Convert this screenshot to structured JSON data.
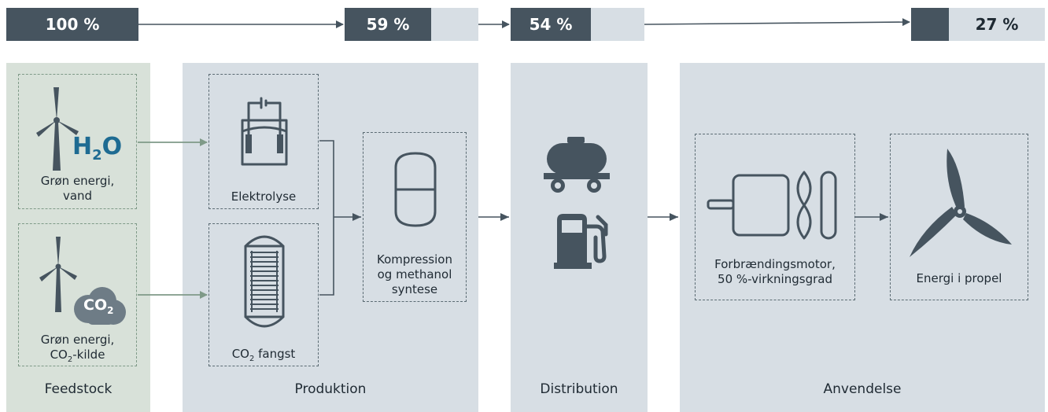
{
  "percentages": {
    "feedstock": "100 %",
    "produktion": "59 %",
    "distribution": "54 %",
    "anvendelse": "27 %"
  },
  "stages": {
    "feedstock": "Feedstock",
    "produktion": "Produktion",
    "distribution": "Distribution",
    "anvendelse": "Anvendelse"
  },
  "feedstock": {
    "water_label": "Grøn energi,\nvand",
    "water_formula": "H",
    "water_formula_sub": "2",
    "water_formula_end": "O",
    "co2_label_line1": "Grøn energi,",
    "co2_label_line2_pre": "CO",
    "co2_label_line2_sub": "2",
    "co2_label_line2_post": "-kilde",
    "co2_cloud_pre": "CO",
    "co2_cloud_sub": "2"
  },
  "produktion": {
    "elektrolyse": "Elektrolyse",
    "co2_fangst_pre": "CO",
    "co2_fangst_sub": "2",
    "co2_fangst_post": " fangst",
    "kompression": "Kompression\nog methanol\nsyntese"
  },
  "anvendelse": {
    "motor": "Forbrændingsmotor,\n50 %-virkningsgrad",
    "propel": "Energi i propel"
  },
  "colors": {
    "dark": "#46545f",
    "panel": "#d7dee4",
    "feed_panel": "#d8e1d9",
    "arrow_green": "#7f9a88",
    "h2o_blue": "#1e6b92"
  }
}
